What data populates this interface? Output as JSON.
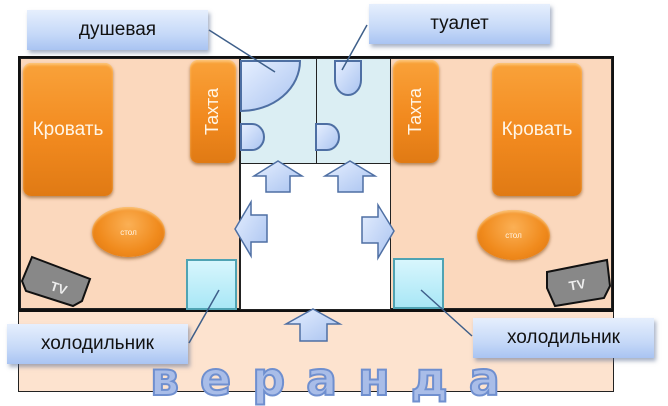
{
  "diagram": {
    "title": "Floor plan",
    "rooms": {
      "left_room": {
        "bed": "Кровать",
        "sofa": "Тахта",
        "table": "стол",
        "tv": "TV",
        "fridge_callout": "холодильник"
      },
      "right_room": {
        "bed": "Кровать",
        "sofa": "Тахта",
        "table": "стол",
        "tv": "TV",
        "fridge_callout": "холодильник"
      },
      "shower_callout": "душевая",
      "toilet_callout": "туалет",
      "veranda_letters": [
        "в",
        "е",
        "р",
        "а",
        "н",
        "д",
        "а"
      ]
    },
    "colors": {
      "room_fill": "#fbd8bd",
      "bath_fill": "#dbeef3",
      "furniture": "#f28a1f",
      "fridge": "#a9e7f6",
      "arrow": "#b9cff3",
      "callout": "#c6d9f8"
    }
  }
}
